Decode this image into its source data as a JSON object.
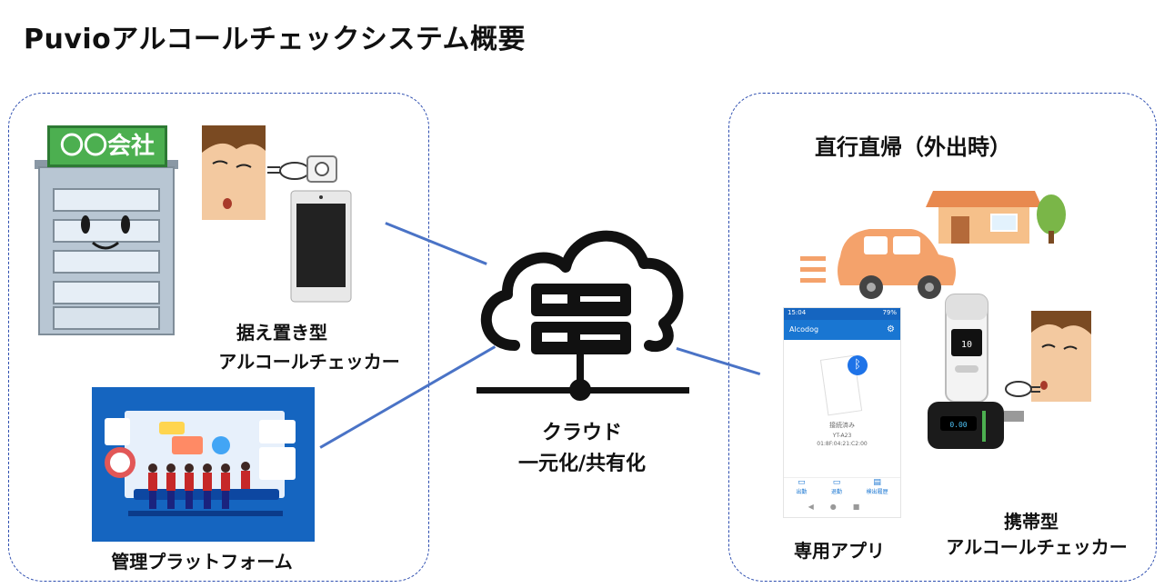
{
  "title": "Puvioアルコールチェックシステム概要",
  "left_panel": {
    "building_sign": "〇〇会社",
    "stationary_label_line1": "据え置き型",
    "stationary_label_line2": "アルコールチェッカー",
    "platform_label": "管理プラットフォーム"
  },
  "cloud": {
    "label_line1": "クラウド",
    "label_line2": "一元化/共有化"
  },
  "right_panel": {
    "heading": "直行直帰（外出時）",
    "app_label": "専用アプリ",
    "portable_label_line1": "携帯型",
    "portable_label_line2": "アルコールチェッカー",
    "app_screen": {
      "status_time": "15:04",
      "status_battery": "79%",
      "app_name": "Alcodog",
      "connection_status": "接続済み",
      "device_id": "YT-A23",
      "mac_address": "01:8F:04:21:C2:00",
      "nav_items": [
        "出勤",
        "退勤",
        "検出履歴"
      ]
    },
    "device_reading": "10",
    "device2_reading": "0.00"
  },
  "colors": {
    "panel_border": "#2f4fb0",
    "connector": "#4a73c6",
    "car": "#f4a26b",
    "house_wall": "#f6c08a",
    "house_roof": "#e8894f",
    "tree": "#7ab648",
    "dashboard_bg": "#1565c0",
    "building_sign": "#4caf50"
  }
}
